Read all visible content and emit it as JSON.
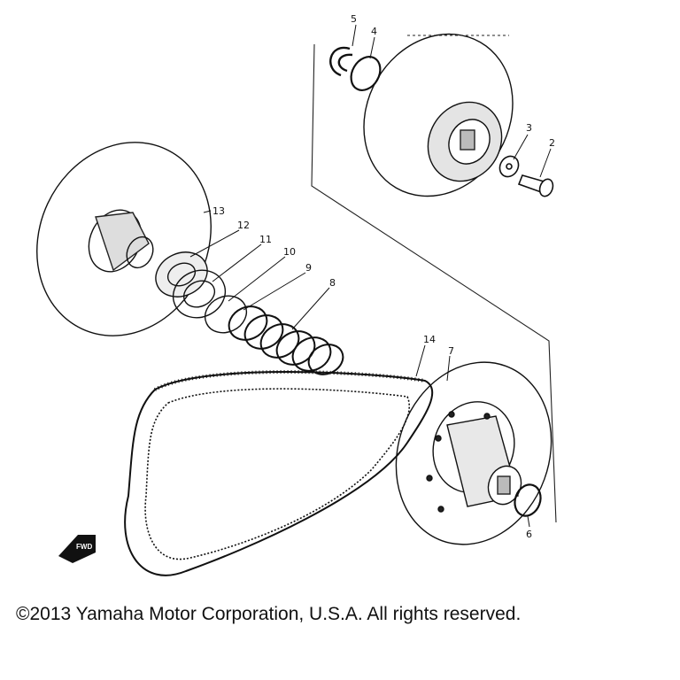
{
  "diagram": {
    "callouts": {
      "c2": "2",
      "c3": "3",
      "c4": "4",
      "c5": "5",
      "c6": "6",
      "c7": "7",
      "c8": "8",
      "c9": "9",
      "c10": "10",
      "c11": "11",
      "c12": "12",
      "c13": "13",
      "c14": "14"
    },
    "fwd_label": "FWD"
  },
  "footer": {
    "copyright": "©2013 Yamaha Motor Corporation, U.S.A. All rights reserved."
  }
}
